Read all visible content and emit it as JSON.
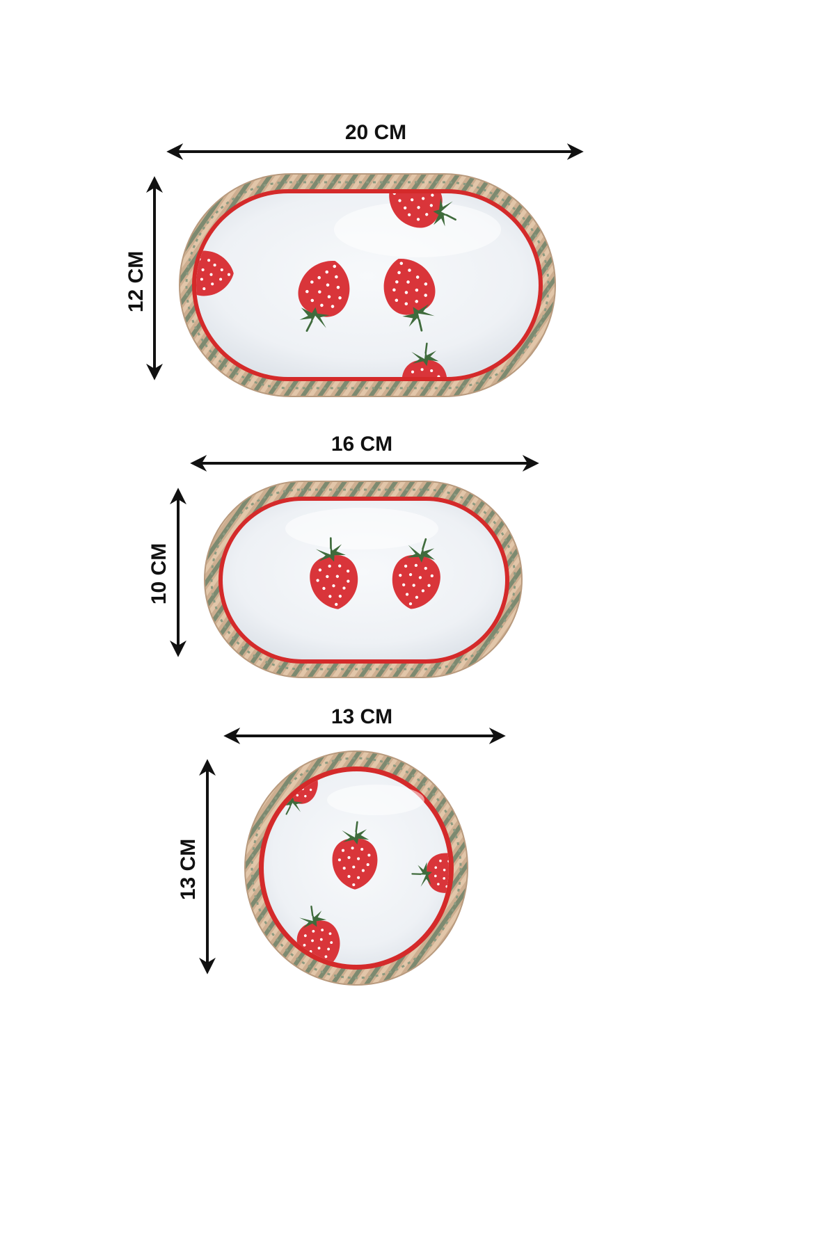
{
  "dimension_labels": {
    "large_width": "20 CM",
    "large_height": "12 CM",
    "medium_width": "16 CM",
    "medium_height": "10 CM",
    "small_width": "13 CM",
    "small_height": "13 CM"
  },
  "colors": {
    "background": "#ffffff",
    "arrow": "#111111",
    "glaze": "#f3f5f8",
    "red_rim": "#d42a2a",
    "strawberry": "#d9353a",
    "leaf": "#3f6b3c",
    "wicker_tan": "#c9a98a",
    "wicker_green": "#6f7f66"
  }
}
